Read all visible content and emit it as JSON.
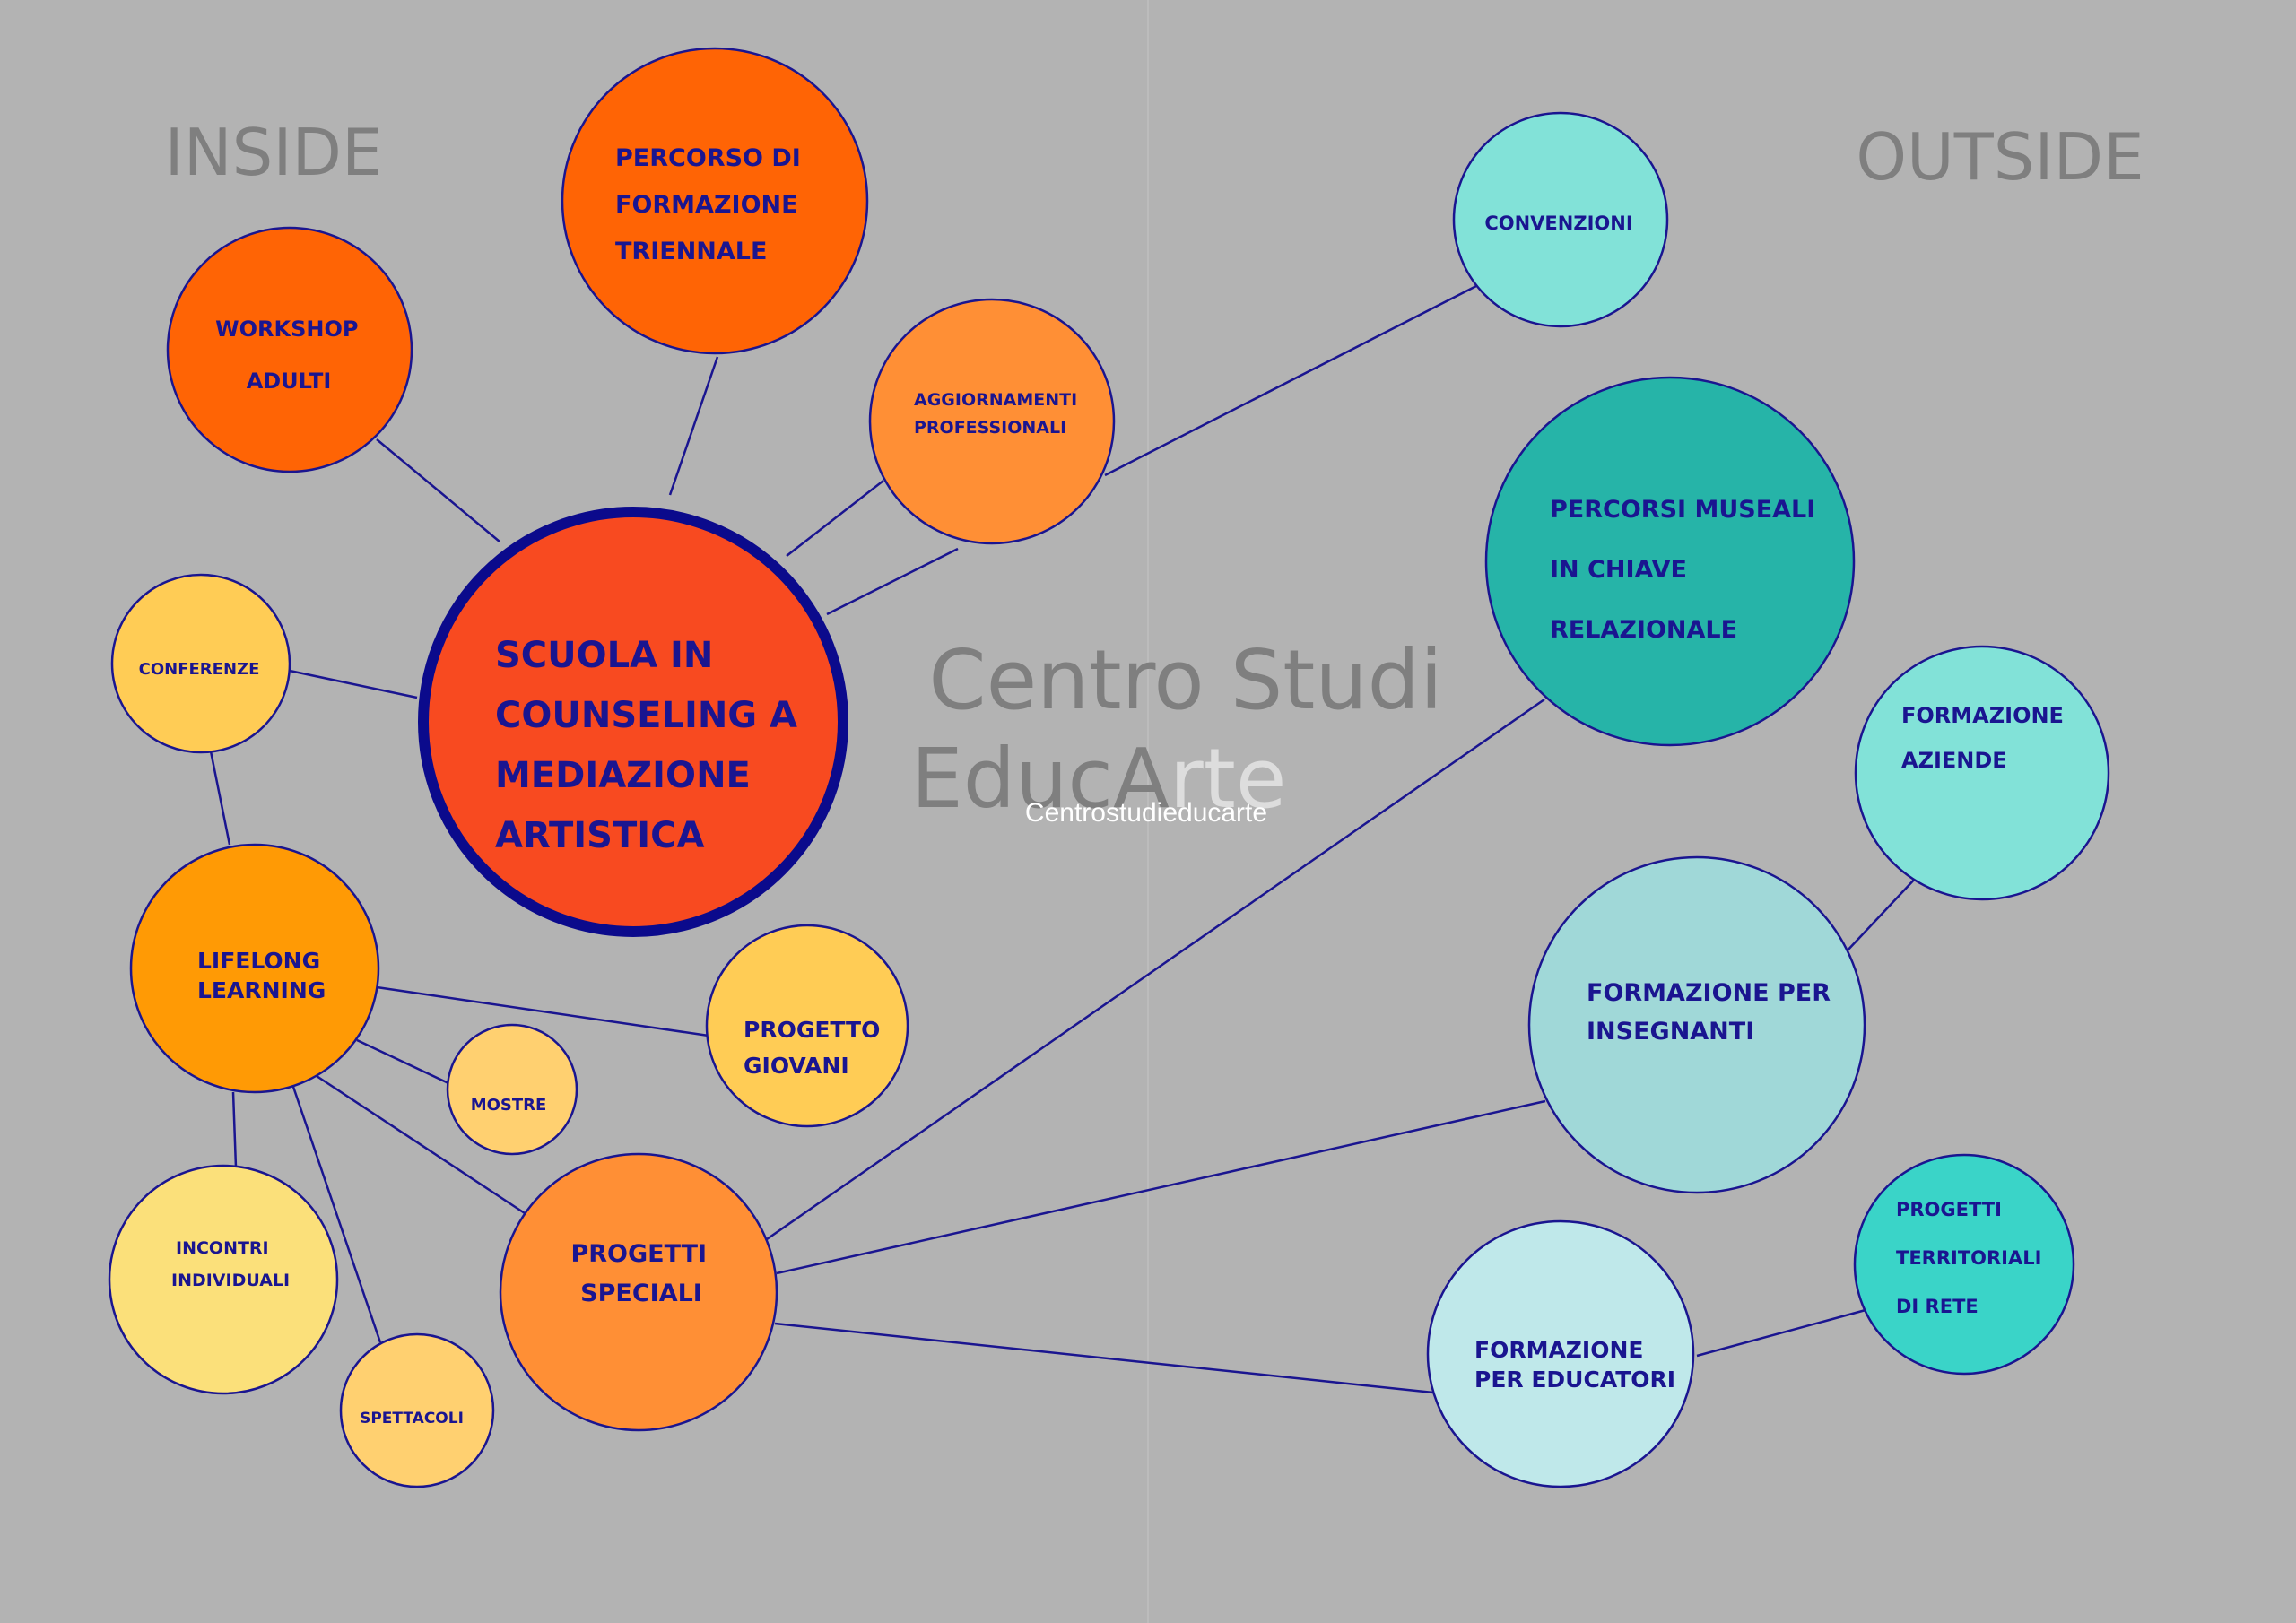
{
  "headings": {
    "inside": "INSIDE",
    "outside": "OUTSIDE"
  },
  "center_title": {
    "line1": "Centro Studi",
    "line2_dark": "EducA",
    "line2_light": "rte",
    "watermark": "Centrostudieducarte"
  },
  "colors": {
    "background": "#b3b3b3",
    "line": "#1a1590",
    "text": "#1a1590"
  },
  "nodes": {
    "scuola": {
      "lines": [
        "SCUOLA IN",
        "COUNSELING A",
        "MEDIAZIONE",
        "ARTISTICA"
      ],
      "fill": "#f84a20"
    },
    "percorso": {
      "lines": [
        "PERCORSO DI",
        "FORMAZIONE",
        "TRIENNALE"
      ],
      "fill": "#ff6405"
    },
    "workshop": {
      "lines": [
        "WORKSHOP",
        "ADULTI"
      ],
      "fill": "#ff6405"
    },
    "aggiornamenti": {
      "lines": [
        "AGGIORNAMENTI",
        "PROFESSIONALI"
      ],
      "fill": "#ff8f35"
    },
    "conferenze": {
      "lines": [
        "CONFERENZE"
      ],
      "fill": "#ffcc55"
    },
    "lifelong": {
      "lines": [
        "LIFELONG",
        "LEARNING"
      ],
      "fill": "#ff9a05"
    },
    "progetto_giovani": {
      "lines": [
        "PROGETTO",
        "GIOVANI"
      ],
      "fill": "#ffcc55"
    },
    "mostre": {
      "lines": [
        "MOSTRE"
      ],
      "fill": "#ffd070"
    },
    "incontri": {
      "lines": [
        "INCONTRI",
        "INDIVIDUALI"
      ],
      "fill": "#fbe07a"
    },
    "spettacoli": {
      "lines": [
        "SPETTACOLI"
      ],
      "fill": "#ffd070"
    },
    "progetti_speciali": {
      "lines": [
        "PROGETTI",
        "SPECIALI"
      ],
      "fill": "#ff8f35"
    },
    "convenzioni": {
      "lines": [
        "CONVENZIONI"
      ],
      "fill": "#82e2d8"
    },
    "musei": {
      "lines": [
        "PERCORSI MUSEALI",
        "IN CHIAVE",
        "RELAZIONALE"
      ],
      "fill": "#26b4a8"
    },
    "aziende": {
      "lines": [
        "FORMAZIONE",
        "AZIENDE"
      ],
      "fill": "#82e2d8"
    },
    "insegnanti": {
      "lines": [
        "FORMAZIONE PER",
        "INSEGNANTI"
      ],
      "fill": "#a0d8d8"
    },
    "territoriali": {
      "lines": [
        "PROGETTI",
        "TERRITORIALI",
        "DI RETE"
      ],
      "fill": "#3ad4c8"
    },
    "educatori": {
      "lines": [
        "FORMAZIONE",
        "PER EDUCATORI"
      ],
      "fill": "#bfe8ea"
    }
  }
}
